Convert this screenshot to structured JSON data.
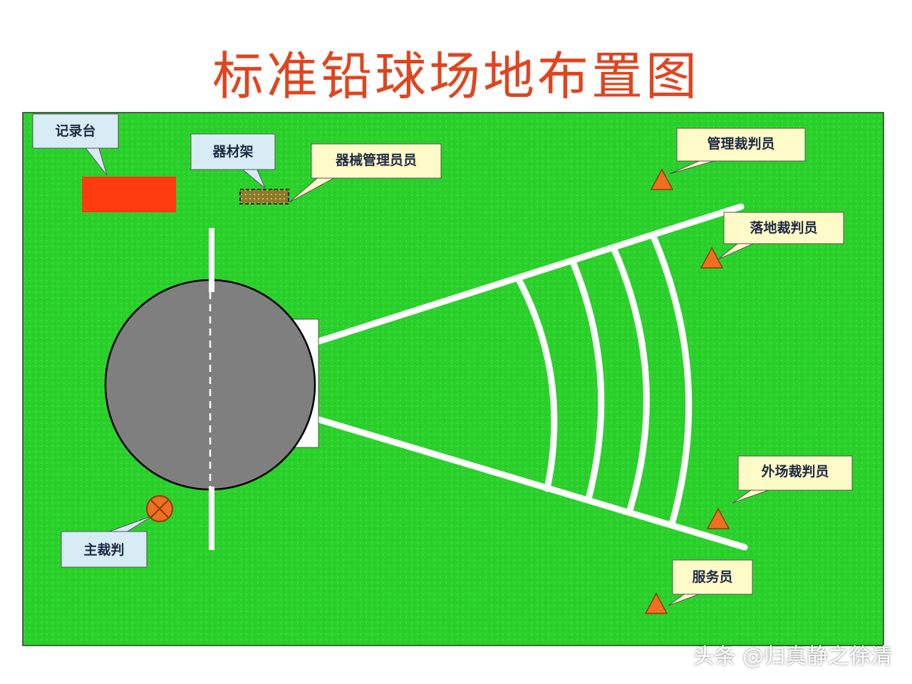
{
  "title": "标准铅球场地布置图",
  "labels": {
    "record_table": "记录台",
    "equipment_rack": "器材架",
    "equipment_manager": "器械管理员员",
    "management_judge": "管理裁判员",
    "landing_judge": "落地裁判员",
    "outfield_judge": "外场裁判员",
    "service_staff": "服务员",
    "chief_judge": "主裁判"
  },
  "watermark": "头条 @归真静之徐清",
  "colors": {
    "title": "#e0451f",
    "field": "#2bd12b",
    "record_table": "#ff3b10",
    "rack": "#8a7a2a",
    "circle": "#7f7f7f",
    "line": "#ffffff",
    "marker": "#f07020",
    "callout_blue": "#d8ecf6",
    "callout_yellow": "#fffbc8"
  }
}
